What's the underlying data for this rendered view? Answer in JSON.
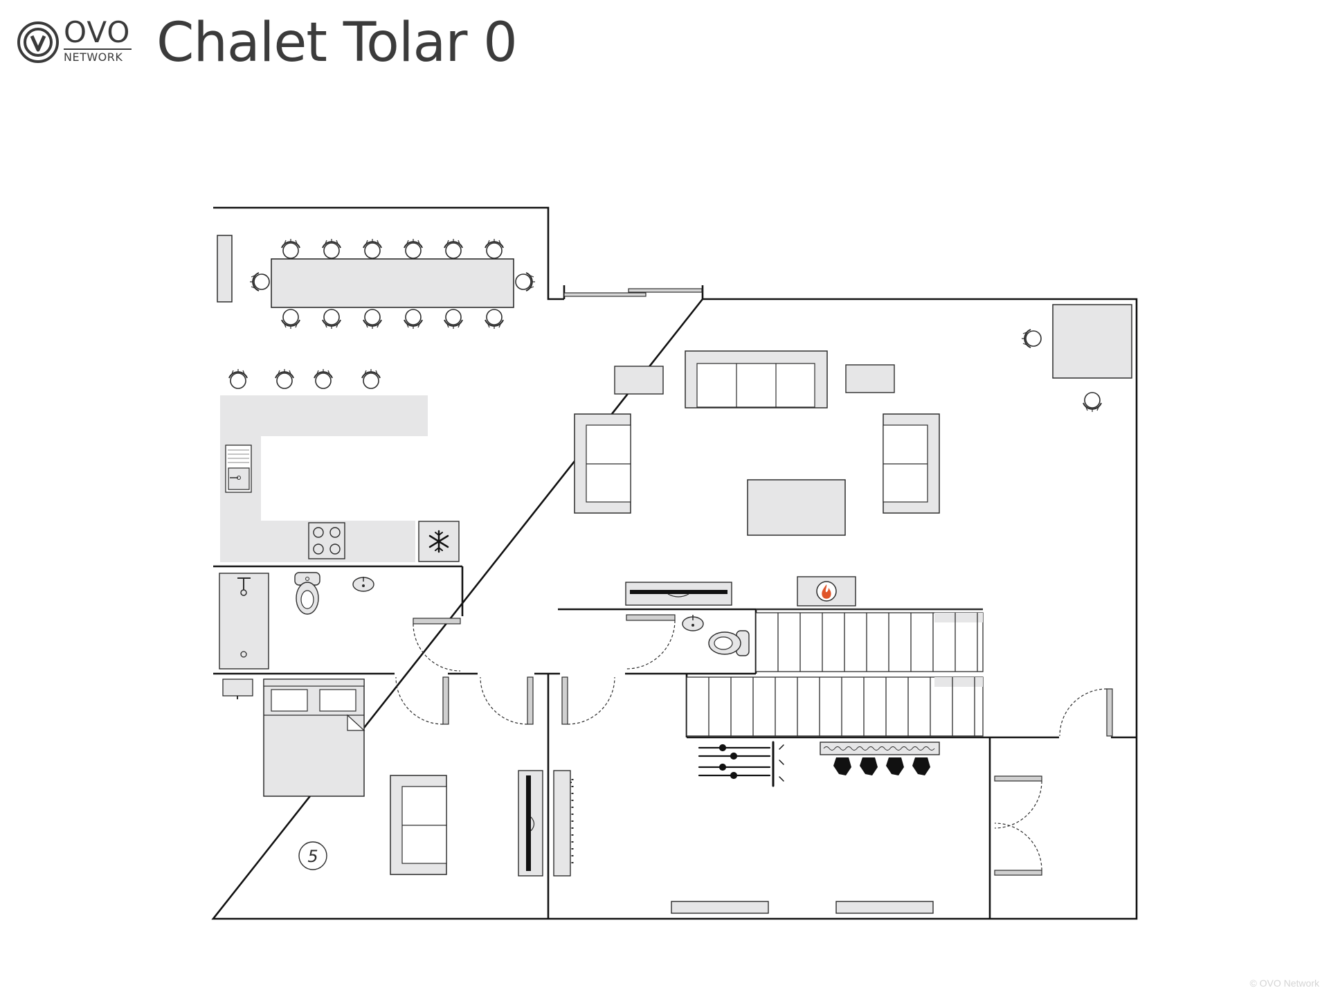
{
  "logo": {
    "brand": "OVO",
    "subtitle": "NETWORK"
  },
  "title": "Chalet Tolar 0",
  "floorplan": {
    "room_number": "5"
  },
  "colors": {
    "wall": "#111111",
    "furniture_fill": "#e6e6e7",
    "furniture_stroke": "#2b2b2b",
    "fire": "#e0552a",
    "title_text": "#3b3b3b"
  },
  "icons": [
    "snowflake-icon",
    "fireplace-icon",
    "ski-rack-icon",
    "ski-boots-icon"
  ],
  "copyright": "© OVO Network"
}
